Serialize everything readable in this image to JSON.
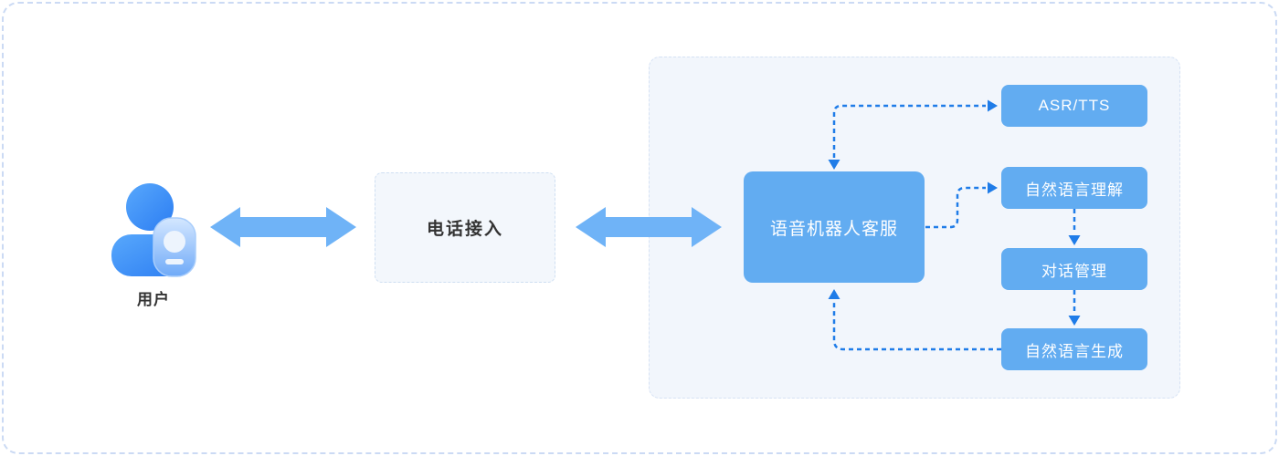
{
  "colors": {
    "box_blue": "#62acf1",
    "arrow_blue": "#6fb3f7",
    "connector_blue": "#1f7ce8",
    "panel_bg": "#f2f6fc",
    "panel_border": "#d6e2f4",
    "card_border": "#cbdaf4",
    "node_bg": "#f3f7fc",
    "node_border": "#cfdff2",
    "label_dark": "#333333"
  },
  "user": {
    "label": "用户"
  },
  "phone": {
    "label": "电话接入"
  },
  "bot": {
    "label": "语音机器人客服"
  },
  "modules": [
    {
      "label": "ASR/TTS"
    },
    {
      "label": "自然语言理解"
    },
    {
      "label": "对话管理"
    },
    {
      "label": "自然语言生成"
    }
  ]
}
